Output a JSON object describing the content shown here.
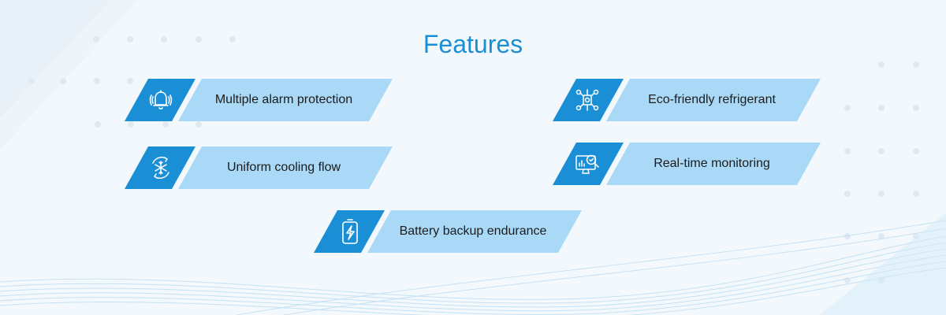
{
  "title": "Features",
  "colors": {
    "accent": "#1a8fd6",
    "icon_block": "#1a8fd6",
    "label_block": "#a9d9f7",
    "background": "#f3f8fc",
    "text": "#1c1c1c"
  },
  "features": [
    {
      "label": "Multiple alarm protection",
      "icon": "alarm-bell-icon"
    },
    {
      "label": "Eco-friendly refrigerant",
      "icon": "refrigerant-circuit-icon"
    },
    {
      "label": "Uniform cooling flow",
      "icon": "snowflake-cycle-icon"
    },
    {
      "label": "Real-time monitoring",
      "icon": "monitoring-screen-icon"
    },
    {
      "label": "Battery backup endurance",
      "icon": "battery-charge-icon"
    }
  ]
}
